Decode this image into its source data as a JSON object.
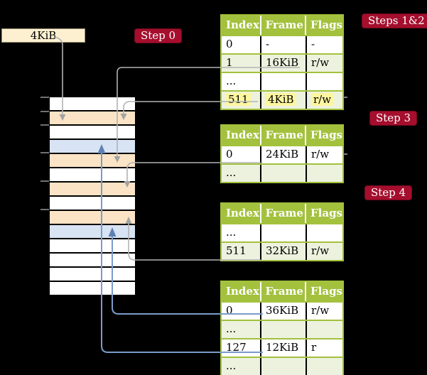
{
  "colors": {
    "accent_red": "#a50e2d",
    "table_green": "#a3c13d",
    "row_green": "#edf2de",
    "peach": "#fbe3c5",
    "page_blue": "#d8e3f3",
    "highlight": "#fdf6a0",
    "cream": "#fcf0d0",
    "gray_line": "#b3b3b3",
    "gray_head": "#a3a3a3",
    "blue_line": "#7b9cc9",
    "blue_head": "#5d81b5"
  },
  "frame_label": "4KiB",
  "labels": {
    "step0": "Step 0",
    "steps12": "Steps 1&2",
    "step3": "Step 3",
    "step4": "Step 4"
  },
  "memory": {
    "rows": [
      {
        "fill": "white"
      },
      {
        "fill": "peach"
      },
      {
        "fill": "white"
      },
      {
        "fill": "blue"
      },
      {
        "fill": "peach"
      },
      {
        "fill": "white"
      },
      {
        "fill": "peach"
      },
      {
        "fill": "white"
      },
      {
        "fill": "peach"
      },
      {
        "fill": "blue"
      },
      {
        "fill": "white"
      },
      {
        "fill": "white"
      },
      {
        "fill": "white"
      },
      {
        "fill": "white"
      }
    ]
  },
  "tables": [
    {
      "name": "page-table-1",
      "columns": [
        "Index",
        "Frame",
        "Flags"
      ],
      "rows": [
        {
          "cells": [
            "0",
            "-",
            "-"
          ],
          "shade": false,
          "highlight": false
        },
        {
          "cells": [
            "1",
            "16KiB",
            "r/w"
          ],
          "shade": true,
          "highlight": false
        },
        {
          "cells": [
            "...",
            "",
            ""
          ],
          "shade": false,
          "highlight": false
        },
        {
          "cells": [
            "511",
            "4KiB",
            "r/w"
          ],
          "shade": true,
          "highlight": true
        }
      ]
    },
    {
      "name": "page-table-2",
      "columns": [
        "Index",
        "Frame",
        "Flags"
      ],
      "rows": [
        {
          "cells": [
            "0",
            "24KiB",
            "r/w"
          ],
          "shade": false,
          "highlight": false
        },
        {
          "cells": [
            "...",
            "",
            ""
          ],
          "shade": true,
          "highlight": false
        }
      ]
    },
    {
      "name": "page-table-3",
      "columns": [
        "Index",
        "Frame",
        "Flags"
      ],
      "rows": [
        {
          "cells": [
            "...",
            "",
            ""
          ],
          "shade": false,
          "highlight": false
        },
        {
          "cells": [
            "511",
            "32KiB",
            "r/w"
          ],
          "shade": true,
          "highlight": false
        }
      ]
    },
    {
      "name": "page-table-4",
      "columns": [
        "Index",
        "Frame",
        "Flags"
      ],
      "rows": [
        {
          "cells": [
            "0",
            "36KiB",
            "r/w"
          ],
          "shade": false,
          "highlight": false
        },
        {
          "cells": [
            "...",
            "",
            ""
          ],
          "shade": true,
          "highlight": false
        },
        {
          "cells": [
            "127",
            "12KiB",
            "r"
          ],
          "shade": false,
          "highlight": false
        },
        {
          "cells": [
            "...",
            "",
            ""
          ],
          "shade": true,
          "highlight": false
        }
      ]
    }
  ]
}
